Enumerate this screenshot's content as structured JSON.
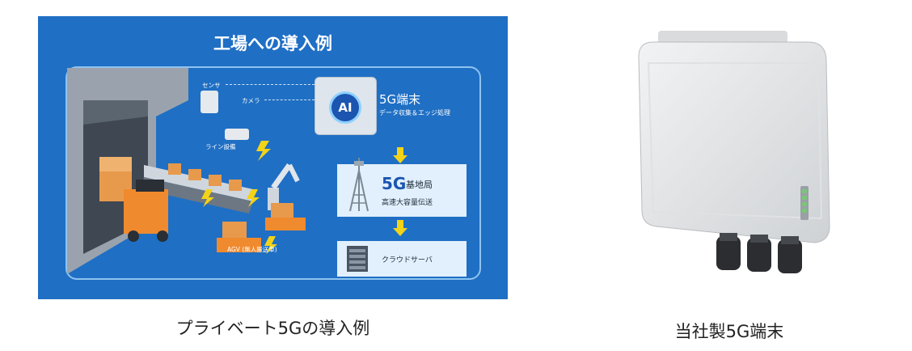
{
  "left_figure": {
    "title": "工場への導入例",
    "labels": {
      "sensor": "センサ",
      "camera": "カメラ",
      "line_equipment": "ライン設備",
      "agv": "AGV (無人搬送車)"
    },
    "device": {
      "badge": "AI",
      "title": "5G端末",
      "subtitle": "データ収集＆エッジ処理"
    },
    "base_station": {
      "big": "5G",
      "title": "基地局",
      "subtitle": "高速大容量伝送"
    },
    "server": {
      "title": "クラウドサーバ"
    },
    "caption": "プライベート5Gの導入例"
  },
  "right_figure": {
    "caption": "当社製5G端末"
  },
  "colors": {
    "panel_bg": "#1f6fc4",
    "card_bg": "#e1f0fc",
    "arrow": "#f2d318",
    "accent_text": "#1b55b0"
  }
}
